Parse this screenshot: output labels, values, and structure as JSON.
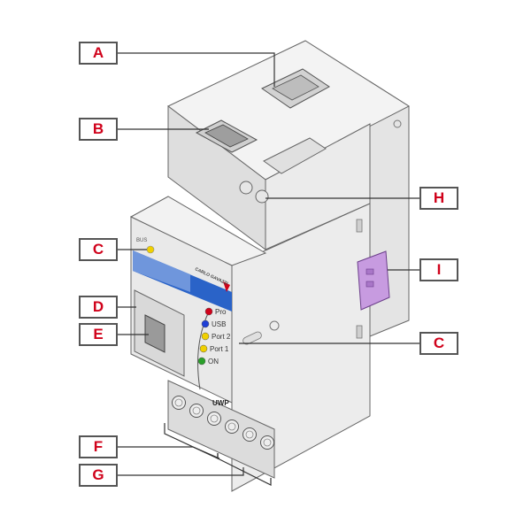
{
  "callouts": {
    "a": "A",
    "b": "B",
    "c_left": "C",
    "d": "D",
    "e": "E",
    "f": "F",
    "g": "G",
    "h": "H",
    "i": "I",
    "c_right": "C"
  },
  "device": {
    "brand": "CARLO GAVAZZI",
    "model": "UWP",
    "bus_led_label": "BUS",
    "leds": [
      {
        "label": "Pro",
        "color": "#d0021b"
      },
      {
        "label": "USB",
        "color": "#1f3fd6"
      },
      {
        "label": "Port 2",
        "color": "#f0d000"
      },
      {
        "label": "Port 1",
        "color": "#f0d000"
      },
      {
        "label": "ON",
        "color": "#2aa02a"
      }
    ]
  },
  "colors": {
    "callout_text": "#d0021b",
    "callout_border": "#555555",
    "leader_line": "#333333",
    "connector_purple": "#c79be0",
    "front_blue": "#2a63c8"
  }
}
